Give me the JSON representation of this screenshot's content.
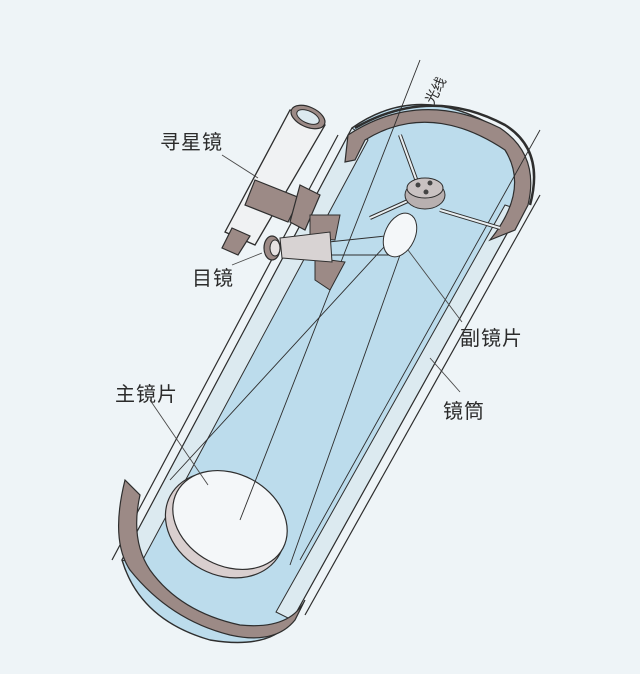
{
  "diagram": {
    "title": "",
    "type": "newtonian-reflector-telescope-cutaway",
    "labels": {
      "light_ray": "光线",
      "finder_scope": "寻星镜",
      "eyepiece": "目镜",
      "secondary_mirror": "副镜片",
      "tube": "镜筒",
      "primary_mirror": "主镜片"
    },
    "colors": {
      "background": "#eef4f7",
      "tube_interior": "#bcdcec",
      "tube_wall": "#dceaf0",
      "metal_ring": "#9c8a86",
      "mirror": "#f4f7f9",
      "outline": "#2e2e2e"
    }
  }
}
